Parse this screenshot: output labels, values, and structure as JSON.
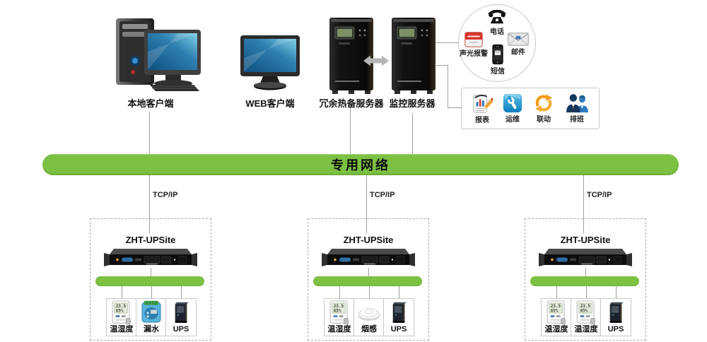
{
  "colors": {
    "network_green": "#7cc142",
    "connector_gray": "#9f9f9f",
    "box_border": "#c9c9c9"
  },
  "top_nodes": [
    {
      "id": "local-client",
      "label": "本地客户端"
    },
    {
      "id": "web-client",
      "label": "WEB客户端"
    },
    {
      "id": "redundant-standby-server",
      "label": "冗余热备服务器"
    },
    {
      "id": "monitoring-server",
      "label": "监控服务器"
    }
  ],
  "alarm_circle": {
    "items": [
      {
        "id": "phone",
        "label": "电话"
      },
      {
        "id": "sound-light-alarm",
        "label": "声光报警"
      },
      {
        "id": "email",
        "label": "邮件"
      },
      {
        "id": "sms",
        "label": "短信"
      }
    ]
  },
  "function_box": {
    "items": [
      {
        "id": "report",
        "label": "报表"
      },
      {
        "id": "operations",
        "label": "运维"
      },
      {
        "id": "linkage",
        "label": "联动"
      },
      {
        "id": "scheduling",
        "label": "排班"
      }
    ]
  },
  "network_bar": {
    "label": "专用网络"
  },
  "protocol_label": "TCP/IP",
  "sites": [
    {
      "title": "ZHT-UPSite",
      "devices": [
        {
          "icon": "thermo-hygrometer",
          "label": "温湿度"
        },
        {
          "icon": "water-leak-module",
          "label": "漏水"
        },
        {
          "icon": "ups-tower",
          "label": "UPS"
        }
      ]
    },
    {
      "title": "ZHT-UPSite",
      "devices": [
        {
          "icon": "thermo-hygrometer",
          "label": "温湿度"
        },
        {
          "icon": "smoke-detector",
          "label": "烟感"
        },
        {
          "icon": "ups-tower",
          "label": "UPS"
        }
      ]
    },
    {
      "title": "ZHT-UPSite",
      "devices": [
        {
          "icon": "thermo-hygrometer",
          "label": "温湿度"
        },
        {
          "icon": "thermo-hygrometer",
          "label": "温湿度"
        },
        {
          "icon": "ups-tower",
          "label": "UPS"
        }
      ]
    }
  ]
}
